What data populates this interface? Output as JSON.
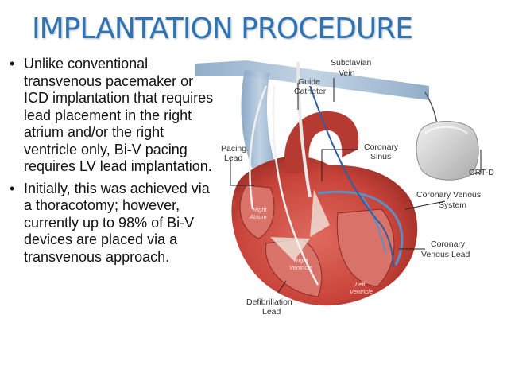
{
  "slide": {
    "title": "IMPLANTATION PROCEDURE",
    "bullets": [
      "Unlike conventional transvenous pacemaker or ICD implantation that requires lead placement in the right atrium and/or the right ventricle only, Bi-V pacing requires LV lead implantation.",
      "Initially, this was achieved via a thoracotomy; however, currently up to 98% of Bi-V devices are placed via a transvenous approach."
    ],
    "bullet_marker": "•"
  },
  "figure": {
    "labels": {
      "subclavian_1": "Subclavian",
      "subclavian_2": "Vein",
      "guide_1": "Guide",
      "guide_2": "Catheter",
      "pacing_1": "Pacing",
      "pacing_2": "Lead",
      "coronary_sinus_1": "Coronary",
      "coronary_sinus_2": "Sinus",
      "crtd": "CRT-D",
      "cvs_1": "Coronary Venous",
      "cvs_2": "System",
      "cvl_1": "Coronary",
      "cvl_2": "Venous Lead",
      "defib_1": "Defibrillation",
      "defib_2": "Lead",
      "right_atrium_1": "Right",
      "right_atrium_2": "Atrium",
      "right_ventricle_1": "Right",
      "right_ventricle_2": "Ventricle",
      "left_ventricle_1": "Left",
      "left_ventricle_2": "Ventricle"
    },
    "colors": {
      "title": "#2e74b5",
      "heart_red": "#c8443a",
      "vein_blue": "#8aa9c8",
      "device_gray": "#c9c9c9"
    }
  }
}
